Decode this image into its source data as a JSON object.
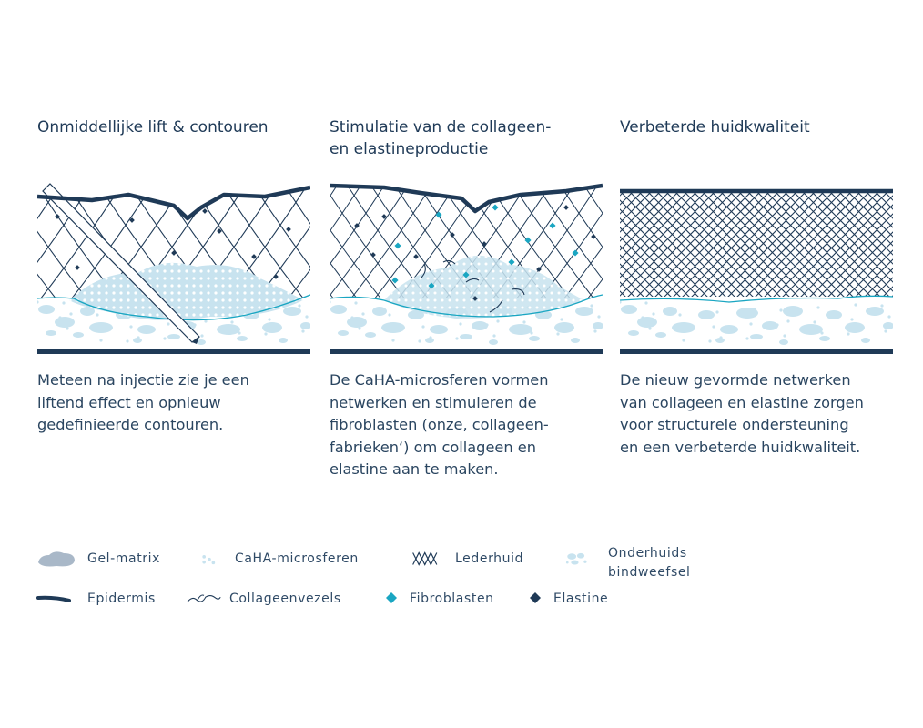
{
  "panels": [
    {
      "title": "Onmiddellijke lift & contouren",
      "description": "Meteen na injectie zie je een\nliftend effect en opnieuw\ngedefinieerde contouren."
    },
    {
      "title": "Stimulatie van de collageen-\nen elastineproductie",
      "description": "De CaHA-microsferen vormen\nnetwerken en stimuleren de\nfibroblasten (onze, collageen-\nfabrieken‘) om collageen en\nelastine aan te maken."
    },
    {
      "title": "Verbeterde huidkwaliteit",
      "description": "De nieuw gevormde netwerken\nvan collageen en elastine zorgen\nvoor structurele ondersteuning\nen een verbeterde huidkwaliteit."
    }
  ],
  "legend": {
    "gel_matrix": "Gel-matrix",
    "caha": "CaHA-microsferen",
    "dermis": "Lederhuid",
    "subcutis": "Onderhuids\nbindweefsel",
    "epidermis": "Epidermis",
    "collagen": "Collageenvezels",
    "fibroblasts": "Fibroblasten",
    "elastin": "Elastine"
  },
  "colors": {
    "navy": "#1f3a57",
    "teal": "#1aa6c2",
    "light_blue": "#c8e3ef",
    "gel_gray": "#a9b8c8",
    "white": "#ffffff"
  },
  "icons": [
    "gel-matrix-icon",
    "caha-microspheres-icon",
    "dermis-net-icon",
    "subcutis-icon",
    "epidermis-icon",
    "collagen-fiber-icon",
    "fibroblast-diamond-icon",
    "elastin-diamond-icon"
  ]
}
